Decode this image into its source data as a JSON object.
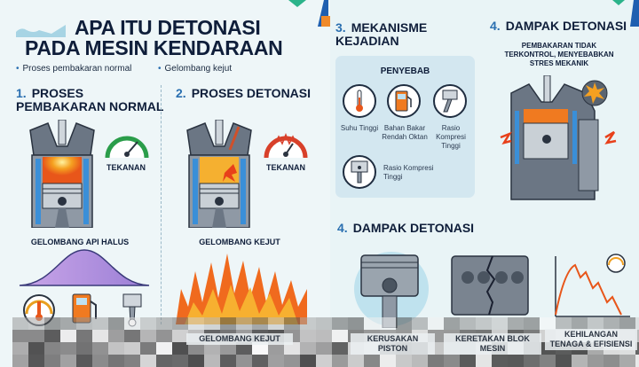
{
  "title": {
    "line1": "APA ITU DETONASI",
    "line2": "PADA MESIN KENDARAAN"
  },
  "bullets": [
    "Proses pembakaran normal",
    "Gelombang kejut"
  ],
  "section1": {
    "num": "1.",
    "title": "PROSES PEMBAKARAN NORMAL",
    "gauge_label": "TEKANAN",
    "wave_label": "GELOMBANG API HALUS",
    "icons": [
      "thermometer-gauge",
      "fuel-pump",
      "piston"
    ]
  },
  "section2": {
    "num": "2.",
    "title": "PROSES DETONASI",
    "gauge_label": "TEKANAN",
    "wave_label": "GELOMBANG KEJUT",
    "bottom_label": "GELOMBANG KEJUT"
  },
  "section3": {
    "num": "3.",
    "title": "MEKANISME KEJADIAN",
    "box_title": "PENYEBAB",
    "causes": [
      {
        "icon": "thermometer",
        "label": "Suhu Tinggi"
      },
      {
        "icon": "fuel-pump",
        "label": "Bahan Bakar Rendah Oktan"
      },
      {
        "icon": "piston",
        "label": "Rasio Kompresi Tinggi"
      },
      {
        "icon": "piston",
        "label": "Rasio Kompresi Tinggi"
      }
    ]
  },
  "section4": {
    "num": "4.",
    "title": "DAMPAK DETONASI",
    "subtitle": "PEMBAKARAN TIDAK TERKONTROL, MENYEBABKAN STRES MEKANIK"
  },
  "section4b": {
    "num": "4.",
    "title": "DAMPAK DETONASI",
    "effects": [
      "KERUSAKAN PISTON",
      "KERETAKAN BLOK MESIN",
      "KEHILANGAN TENAGA & EFISIENSI"
    ]
  },
  "colors": {
    "navy": "#0f1e3a",
    "accent": "#2a6fb0",
    "fire": "#f06a1e",
    "panel": "#d3e7f0"
  }
}
